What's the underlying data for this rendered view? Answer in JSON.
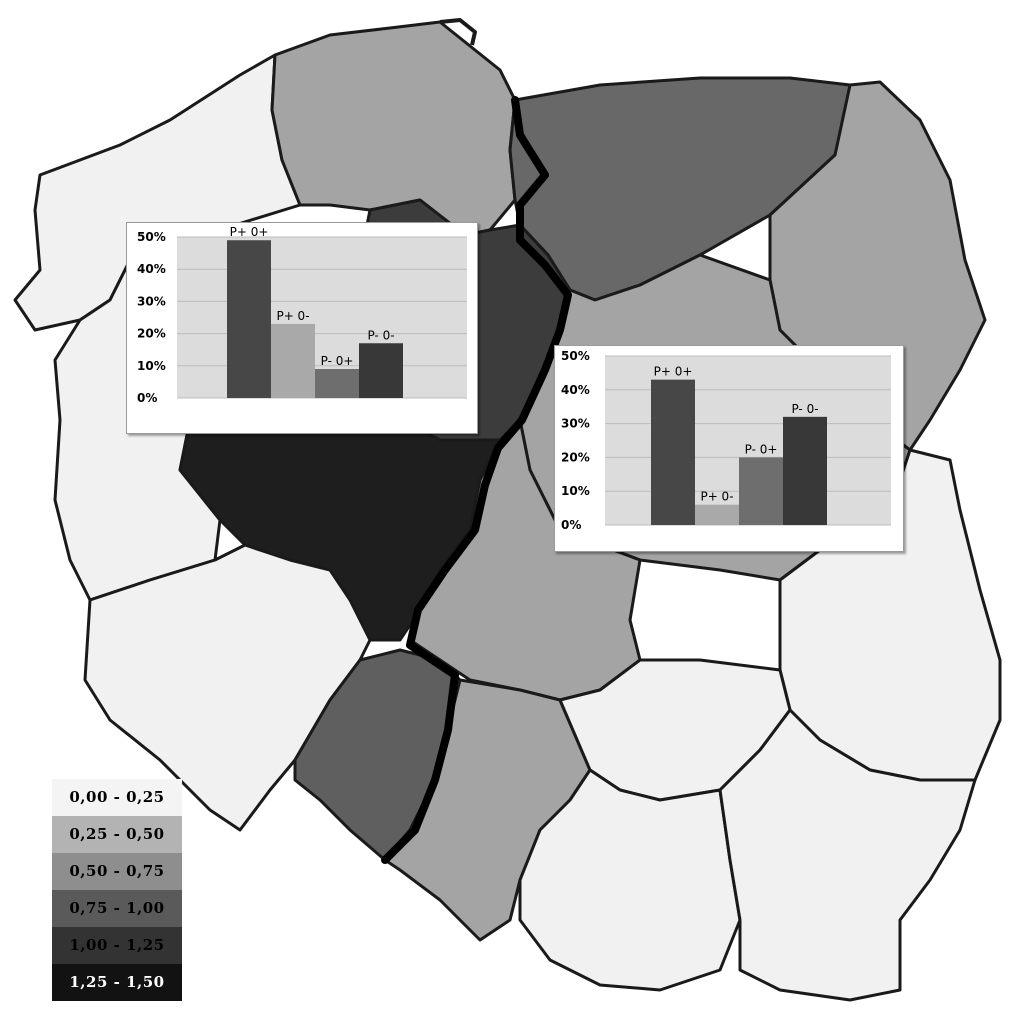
{
  "colors": {
    "region_light": "#f1f1f1",
    "region_mid_light": "#a4a4a4",
    "region_mid": "#8c8c8c",
    "region_dark": "#5f5f5f",
    "region_darker": "#3c3c3c",
    "region_darkest": "#1e1e1e",
    "divider": "#000000",
    "bar_dark": "#474747",
    "bar_light": "#a9a9a9",
    "bar_mid": "#6e6e6e",
    "bar_darkest": "#383838",
    "plot_bg": "#dcdcdc",
    "grid": "#bdbdbd"
  },
  "legend": {
    "items": [
      {
        "label": "0,00 - 0,25",
        "color": "#f4f4f4",
        "text_color": "#000000"
      },
      {
        "label": "0,25 - 0,50",
        "color": "#b3b3b3",
        "text_color": "#000000"
      },
      {
        "label": "0,50 - 0,75",
        "color": "#8e8e8e",
        "text_color": "#000000"
      },
      {
        "label": "0,75 - 1,00",
        "color": "#5a5a5a",
        "text_color": "#000000"
      },
      {
        "label": "1,00 - 1,25",
        "color": "#333333",
        "text_color": "#000000"
      },
      {
        "label": "1,25 - 1,50",
        "color": "#121212",
        "text_color": "#ffffff"
      }
    ]
  },
  "chart_data": [
    {
      "type": "bar",
      "categories": [
        "P+ 0+",
        "P+ 0-",
        "P- 0+",
        "P- 0-"
      ],
      "values": [
        49,
        23,
        9,
        17
      ],
      "y_ticks": [
        "0%",
        "10%",
        "20%",
        "30%",
        "40%",
        "50%"
      ],
      "ylim": [
        0,
        50
      ],
      "grid": true
    },
    {
      "type": "bar",
      "categories": [
        "P+ 0+",
        "P+ 0-",
        "P- 0+",
        "P- 0-"
      ],
      "values": [
        43,
        6,
        20,
        32
      ],
      "y_ticks": [
        "0%",
        "10%",
        "20%",
        "30%",
        "40%",
        "50%"
      ],
      "ylim": [
        0,
        50
      ],
      "grid": true
    }
  ]
}
